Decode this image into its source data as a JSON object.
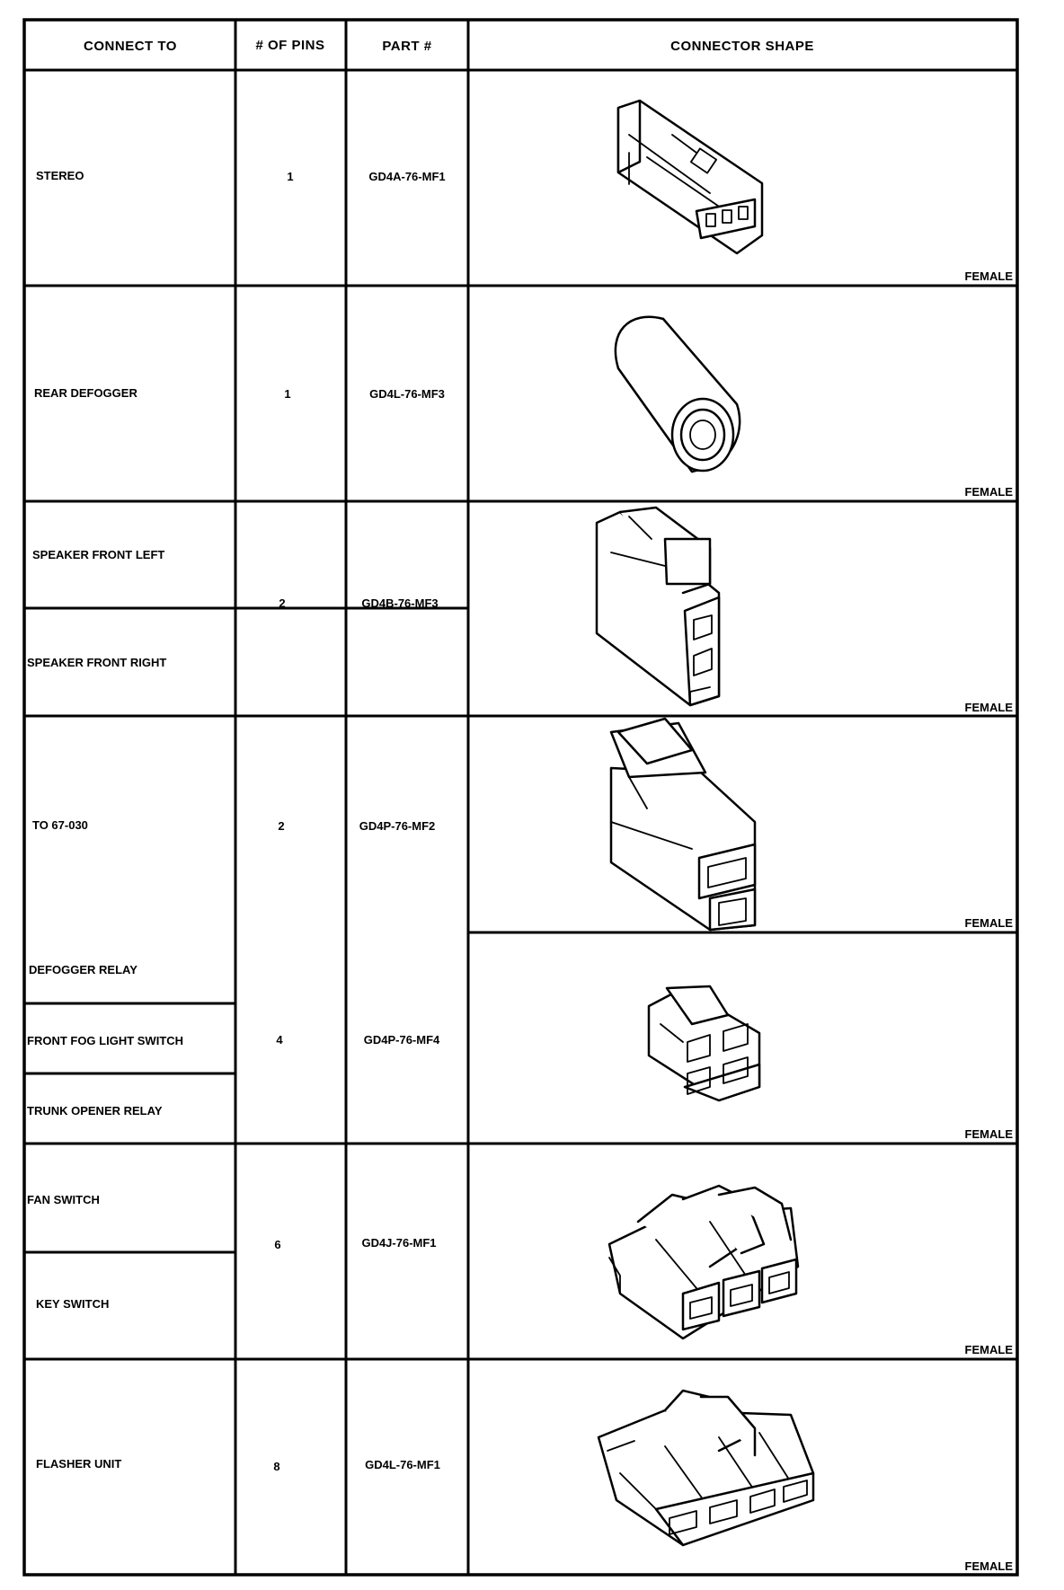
{
  "headers": {
    "connect_to": "CONNECT TO",
    "pins": "# OF PINS",
    "part": "PART #",
    "shape": "CONNECTOR SHAPE"
  },
  "rows": [
    {
      "connect_to": [
        "STEREO"
      ],
      "pins": "1",
      "part": "GD4A-76-MF1",
      "gender": "FEMALE",
      "shape_icon": "single-pin-housing-icon"
    },
    {
      "connect_to": [
        "REAR DEFOGGER"
      ],
      "pins": "1",
      "part": "GD4L-76-MF3",
      "gender": "FEMALE",
      "shape_icon": "round-bullet-connector-icon"
    },
    {
      "connect_to": [
        "SPEAKER FRONT LEFT",
        "SPEAKER FRONT RIGHT"
      ],
      "pins": "2",
      "part": "GD4B-76-MF3",
      "gender": "FEMALE",
      "shape_icon": "two-pin-latch-connector-icon"
    },
    {
      "connect_to": [
        "TO 67-030"
      ],
      "pins": "2",
      "part": "GD4P-76-MF2",
      "gender": "FEMALE",
      "shape_icon": "two-pin-tower-connector-icon"
    },
    {
      "connect_to": [
        "DEFOGGER RELAY",
        "FRONT FOG LIGHT SWITCH",
        "TRUNK OPENER RELAY"
      ],
      "pins": "4",
      "part": "GD4P-76-MF4",
      "gender": "FEMALE",
      "shape_icon": "four-pin-connector-icon"
    },
    {
      "connect_to": [
        "FAN SWITCH",
        "KEY SWITCH"
      ],
      "pins": "6",
      "part": "GD4J-76-MF1",
      "gender": "FEMALE",
      "shape_icon": "six-pin-connector-icon"
    },
    {
      "connect_to": [
        "FLASHER UNIT"
      ],
      "pins": "8",
      "part": "GD4L-76-MF1",
      "gender": "FEMALE",
      "shape_icon": "eight-pin-connector-icon"
    }
  ]
}
